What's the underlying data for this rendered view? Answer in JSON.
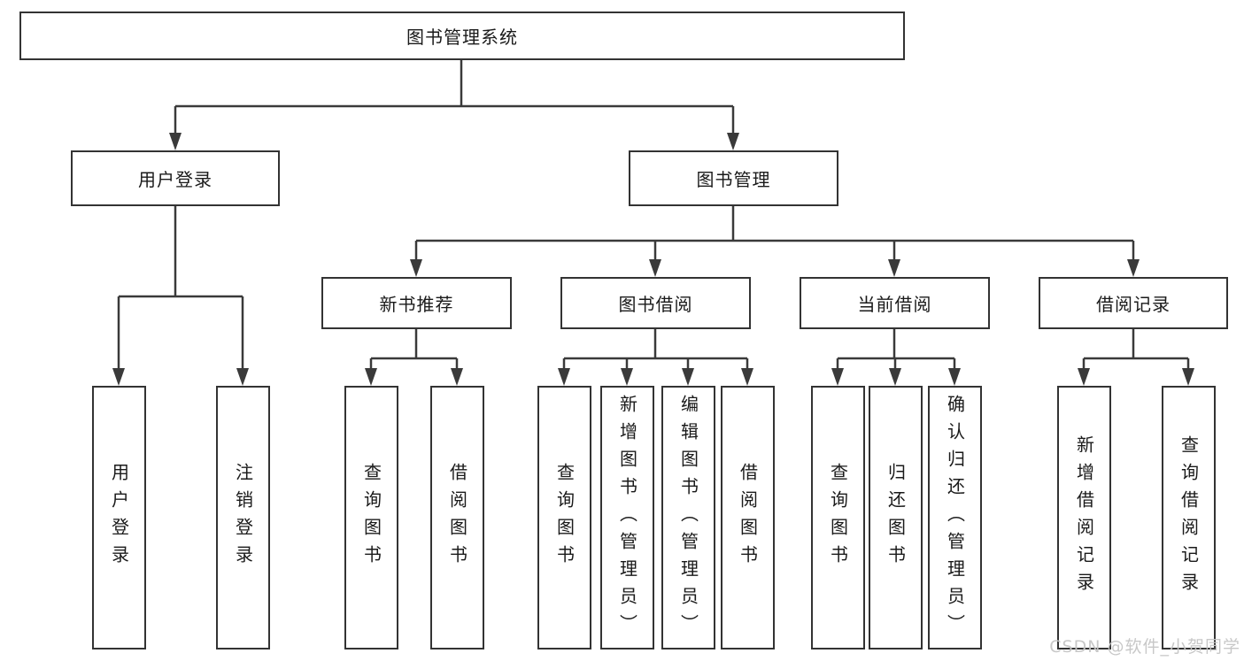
{
  "diagram": {
    "title_node": {
      "label": "图书管理系统"
    },
    "level2": [
      {
        "id": "user-login",
        "label": "用户登录"
      },
      {
        "id": "book-management",
        "label": "图书管理"
      }
    ],
    "level3": [
      {
        "id": "new-book-recommend",
        "label": "新书推荐"
      },
      {
        "id": "book-borrow",
        "label": "图书借阅"
      },
      {
        "id": "current-borrow",
        "label": "当前借阅"
      },
      {
        "id": "borrow-records",
        "label": "借阅记录"
      }
    ],
    "leaves": {
      "user_login": [
        "用户登录",
        "注销登录"
      ],
      "new_book": [
        "查询图书",
        "借阅图书"
      ],
      "borrow": [
        "查询图书",
        "新增图书（管理员）",
        "编辑图书（管理员）",
        "借阅图书"
      ],
      "current": [
        "查询图书",
        "归还图书",
        "确认归还（管理员）"
      ],
      "records": [
        "新增借阅记录",
        "查询借阅记录"
      ]
    },
    "watermark": "CSDN @软件_小贺同学",
    "colors": {
      "background": "#ffffff",
      "line": "#3a3a3a",
      "border": "#333333",
      "text": "#1a1a1a",
      "watermark": "#c5c5c5"
    }
  }
}
